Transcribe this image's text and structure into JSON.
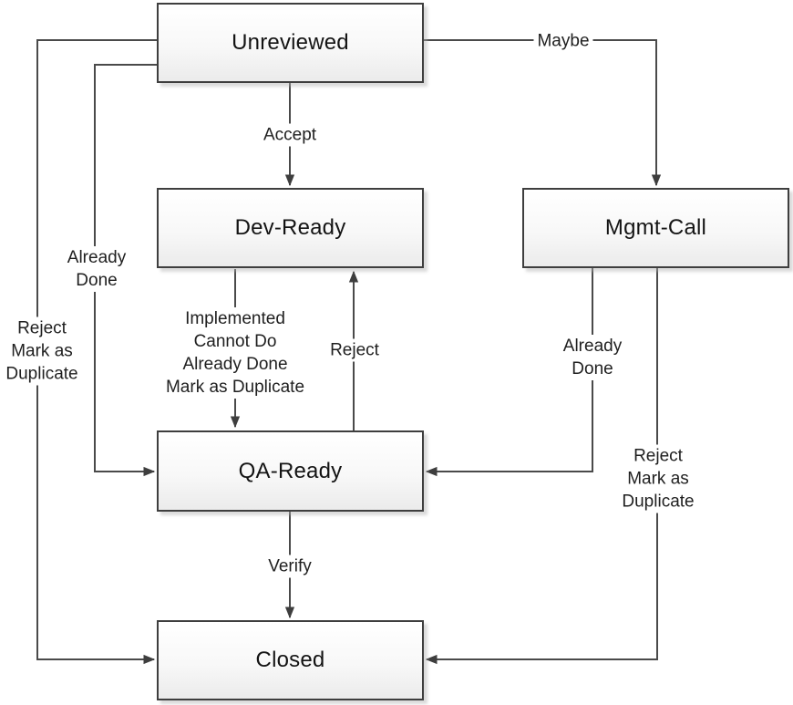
{
  "diagram": {
    "type": "flowchart",
    "description": "Issue workflow state diagram",
    "colors": {
      "line": "#4a4a4a",
      "node_border": "#3e3e3e",
      "node_fill_top": "#ffffff",
      "node_fill_bottom": "#ebebeb",
      "text": "#1f1f1f",
      "background": "#ffffff"
    },
    "nodes": [
      {
        "id": "unreviewed",
        "label": "Unreviewed"
      },
      {
        "id": "dev-ready",
        "label": "Dev-Ready"
      },
      {
        "id": "mgmt-call",
        "label": "Mgmt-Call"
      },
      {
        "id": "qa-ready",
        "label": "QA-Ready"
      },
      {
        "id": "closed",
        "label": "Closed"
      }
    ],
    "edges": [
      {
        "from": "Unreviewed",
        "to": "Dev-Ready",
        "label": "Accept"
      },
      {
        "from": "Unreviewed",
        "to": "Mgmt-Call",
        "label": "Maybe"
      },
      {
        "from": "Unreviewed",
        "to": "QA-Ready",
        "label": "Already\nDone"
      },
      {
        "from": "Unreviewed",
        "to": "Closed",
        "label": "Reject\nMark as\nDuplicate"
      },
      {
        "from": "Dev-Ready",
        "to": "QA-Ready",
        "label": "Implemented\nCannot Do\nAlready Done\nMark as Duplicate"
      },
      {
        "from": "QA-Ready",
        "to": "Dev-Ready",
        "label": "Reject"
      },
      {
        "from": "Mgmt-Call",
        "to": "QA-Ready",
        "label": "Already\nDone"
      },
      {
        "from": "Mgmt-Call",
        "to": "Closed",
        "label": "Reject\nMark as\nDuplicate"
      },
      {
        "from": "QA-Ready",
        "to": "Closed",
        "label": "Verify"
      }
    ]
  }
}
